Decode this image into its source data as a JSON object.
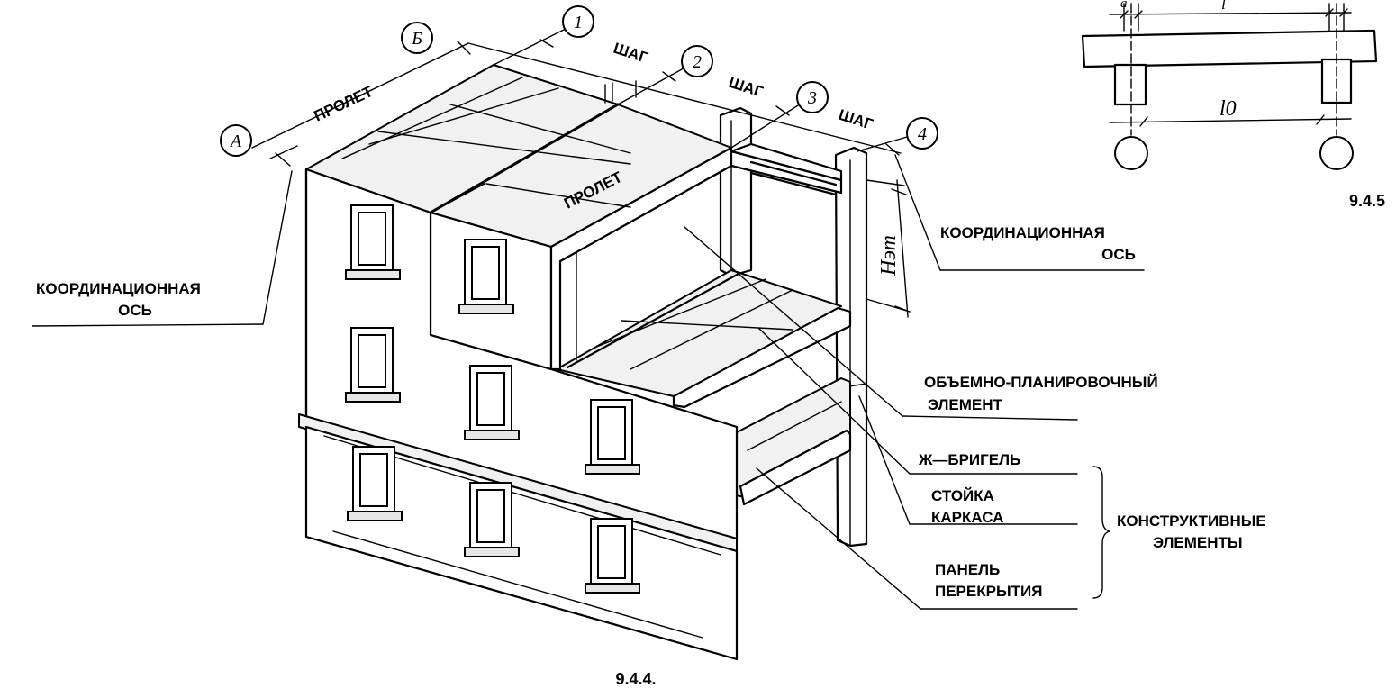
{
  "axes": {
    "a": "А",
    "b": "Б",
    "n1": "1",
    "n2": "2",
    "n3": "3",
    "n4": "4"
  },
  "dimensions": {
    "span_top": "ПРОЛЕТ",
    "span_roof": "ПРОЛЕТ",
    "step1": "ШАГ",
    "step2": "ШАГ",
    "step3": "ШАГ",
    "floor_height": "Hэт"
  },
  "labels": {
    "coord_axis_left_1": "КООРДИНАЦИОННАЯ",
    "coord_axis_left_2": "ОСЬ",
    "coord_axis_right_1": "КООРДИНАЦИОННАЯ",
    "coord_axis_right_2": "ОСЬ",
    "volume_element_1": "ОБЪЕМНО-ПЛАНИРОВОЧНЫЙ",
    "volume_element_2": "ЭЛЕМЕНТ",
    "girder": "Ж—БРИГЕЛЬ",
    "column_1": "СТОЙКА",
    "column_2": "КАРКАСА",
    "slab_1": "ПАНЕЛЬ",
    "slab_2": "ПЕРЕКРЫТИЯ",
    "structural_1": "КОНСТРУКТИВНЫЕ",
    "structural_2": "ЭЛЕМЕНТЫ"
  },
  "detail": {
    "dim_a": "a",
    "dim_l": "l",
    "dim_l0": "l0"
  },
  "captions": {
    "fig_main": "9.4.4.",
    "fig_detail": "9.4.5"
  }
}
